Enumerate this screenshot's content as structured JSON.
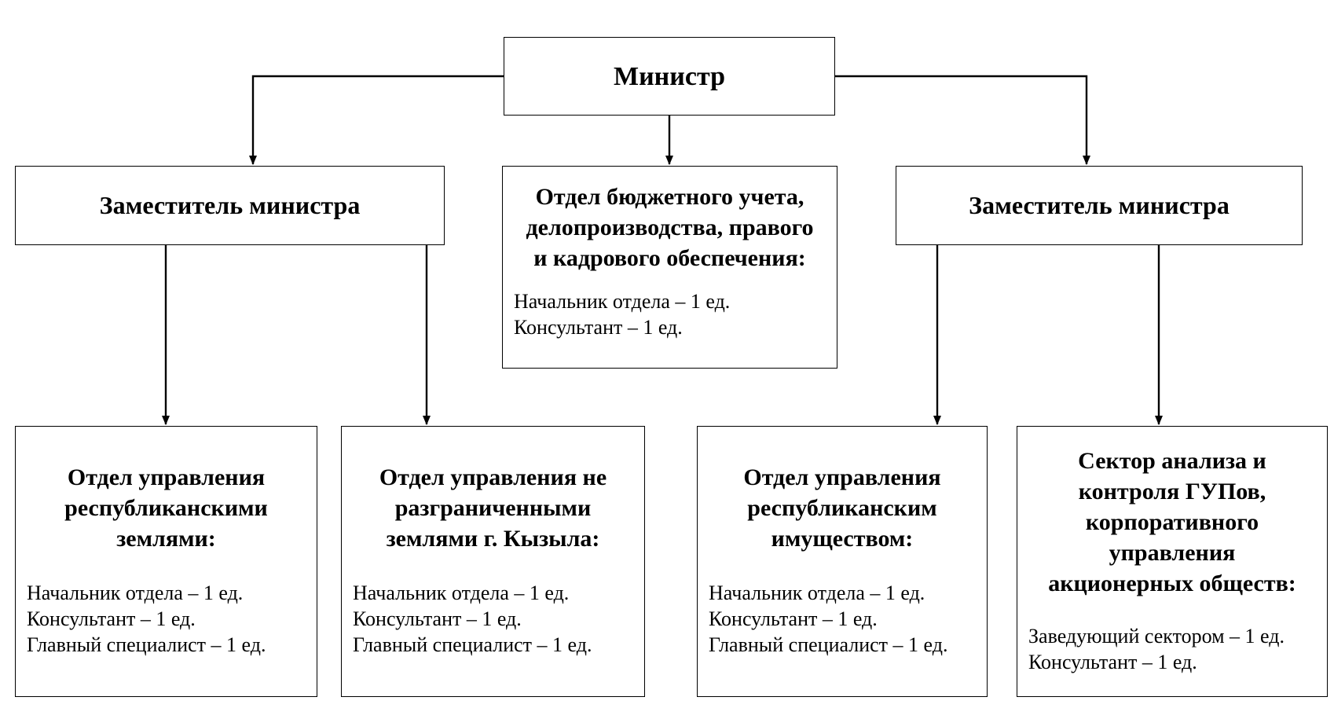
{
  "minister": {
    "title": "Министр"
  },
  "deputy_left": {
    "title": "Заместитель министра"
  },
  "deputy_right": {
    "title": "Заместитель министра"
  },
  "budget_dept": {
    "title_lines": [
      "Отдел бюджетного учета,",
      "делопроизводства, правого",
      "и кадрового обеспечения:"
    ],
    "staff": [
      "Начальник отдела – 1 ед.",
      "Консультант – 1 ед."
    ]
  },
  "rep_lands_dept": {
    "title_lines": [
      "Отдел управления",
      "республиканскими",
      "землями:"
    ],
    "staff": [
      "Начальник отдела – 1 ед.",
      "Консультант – 1 ед.",
      "Главный специалист – 1 ед."
    ]
  },
  "nondiv_lands_dept": {
    "title_lines": [
      "Отдел управления не",
      "разграниченными",
      "землями г. Кызыла:"
    ],
    "staff": [
      "Начальник отдела – 1 ед.",
      "Консультант – 1 ед.",
      "Главный специалист – 1 ед."
    ]
  },
  "rep_property_dept": {
    "title_lines": [
      "Отдел управления",
      "республиканским",
      "имуществом:"
    ],
    "staff": [
      "Начальник отдела – 1 ед.",
      "Консультант – 1 ед.",
      "Главный специалист – 1 ед."
    ]
  },
  "sector": {
    "title_lines": [
      "Сектор анализа и",
      "контроля ГУПов,",
      "корпоративного",
      "управления",
      "акционерных обществ:"
    ],
    "staff": [
      "Заведующий сектором – 1 ед.",
      "Консультант – 1 ед."
    ]
  }
}
